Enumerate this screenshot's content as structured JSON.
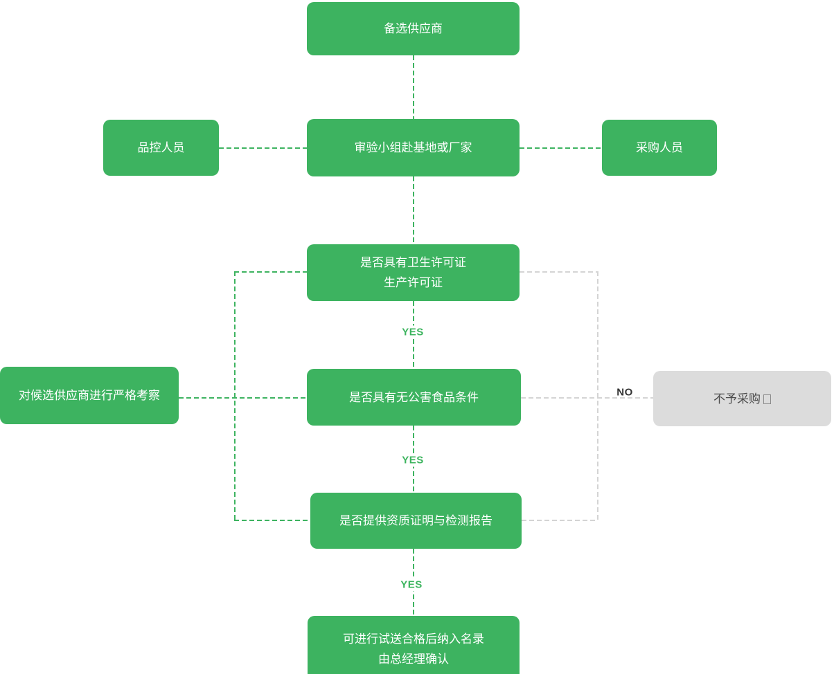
{
  "colors": {
    "node_green": "#3db360",
    "node_gray": "#dcdcdc",
    "dash_green": "#3db360",
    "dash_gray": "#d4d4d4",
    "yes_label": "#3cb45e",
    "no_label": "#333333"
  },
  "nodes": {
    "candidate_supplier": {
      "label": "备选供应商"
    },
    "quality_control": {
      "label": "品控人员"
    },
    "inspection_team": {
      "label": "审验小组赴基地或厂家"
    },
    "purchasing_staff": {
      "label": "采购人员"
    },
    "q_license": {
      "line1": "是否具有卫生许可证",
      "line2": "生产许可证"
    },
    "strict_inspection": {
      "label": "对候选供应商进行严格考察"
    },
    "q_pollution_free": {
      "label": "是否具有无公害食品条件"
    },
    "no_purchase": {
      "label": "不予采购",
      "trailing_artifact": "□"
    },
    "q_certificates": {
      "label": "是否提供资质证明与检测报告"
    },
    "final_step": {
      "line1": "可进行试送合格后纳入名录",
      "line2": "由总经理确认"
    }
  },
  "labels": {
    "yes1": "YES",
    "yes2": "YES",
    "yes3": "YES",
    "no": "NO"
  }
}
